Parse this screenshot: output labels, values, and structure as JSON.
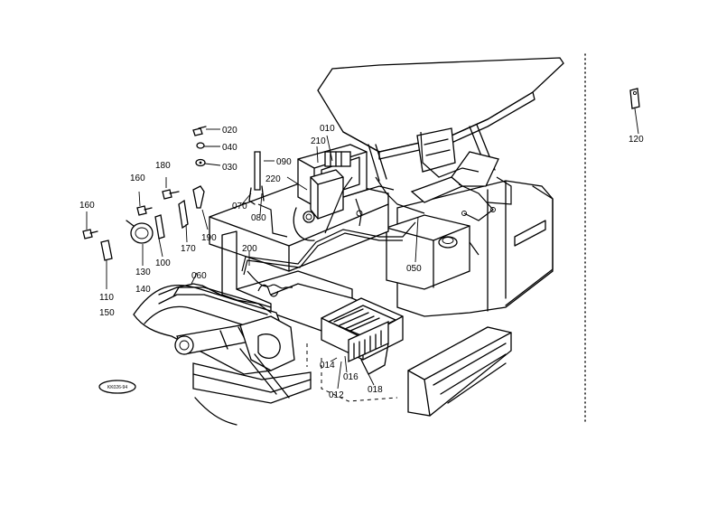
{
  "diagram_stamp": "KK026-94",
  "callouts": [
    {
      "id": "c010",
      "text": "010"
    },
    {
      "id": "c012",
      "text": "012"
    },
    {
      "id": "c014",
      "text": "014"
    },
    {
      "id": "c016",
      "text": "016"
    },
    {
      "id": "c018",
      "text": "018"
    },
    {
      "id": "c020",
      "text": "020"
    },
    {
      "id": "c030",
      "text": "030"
    },
    {
      "id": "c040",
      "text": "040"
    },
    {
      "id": "c050",
      "text": "050"
    },
    {
      "id": "c060",
      "text": "060"
    },
    {
      "id": "c070",
      "text": "070"
    },
    {
      "id": "c080",
      "text": "080"
    },
    {
      "id": "c090",
      "text": "090"
    },
    {
      "id": "c100",
      "text": "100"
    },
    {
      "id": "c110",
      "text": "110"
    },
    {
      "id": "c120",
      "text": "120"
    },
    {
      "id": "c130",
      "text": "130"
    },
    {
      "id": "c140",
      "text": "140"
    },
    {
      "id": "c150",
      "text": "150"
    },
    {
      "id": "c160a",
      "text": "160"
    },
    {
      "id": "c160b",
      "text": "160"
    },
    {
      "id": "c170",
      "text": "170"
    },
    {
      "id": "c180",
      "text": "180"
    },
    {
      "id": "c190",
      "text": "190"
    },
    {
      "id": "c200",
      "text": "200"
    },
    {
      "id": "c210",
      "text": "210"
    },
    {
      "id": "c220",
      "text": "220"
    }
  ]
}
